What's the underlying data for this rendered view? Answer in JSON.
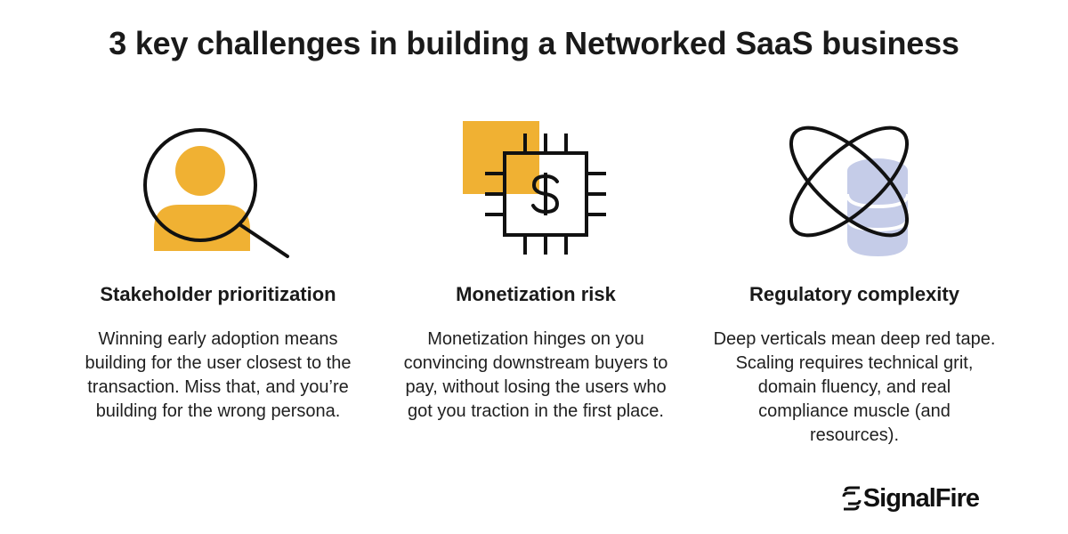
{
  "title": "3 key challenges in building a Networked SaaS business",
  "colors": {
    "accent_yellow": "#F0B133",
    "accent_lavender": "#C5CCE8",
    "line": "#111111"
  },
  "columns": [
    {
      "icon": "magnifier-person-icon",
      "heading": "Stakeholder prioritization",
      "body": "Winning early adoption means building for the user closest to the transaction. Miss that, and you’re building for the wrong persona."
    },
    {
      "icon": "dollar-chip-icon",
      "heading": "Monetization risk",
      "body": "Monetization hinges on you convincing downstream buyers to pay, without losing the users who got you traction in the first place."
    },
    {
      "icon": "orbit-database-icon",
      "heading": "Regulatory complexity",
      "body": "Deep verticals mean deep red tape. Scaling requires technical grit, domain fluency, and real compliance muscle (and resources)."
    }
  ],
  "logo": {
    "text": "SignalFire",
    "icon": "signalfire-logo-icon"
  }
}
